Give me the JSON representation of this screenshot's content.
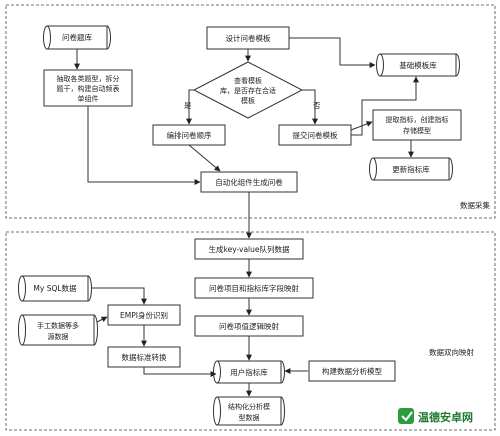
{
  "sections": {
    "top_label": "数据采集",
    "bottom_label": "数据双向映射"
  },
  "nodes": {
    "questionnaire_bank": "问卷题库",
    "extract_line1": "抽取各类题型，拆分",
    "extract_line2": "题干，构建自动频表",
    "extract_line3": "单组件",
    "design_template": "设计问卷模板",
    "decision_line1": "查看模板",
    "decision_line2": "库，是否存在合适",
    "decision_line3": "模板",
    "yes": "是",
    "no": "否",
    "arrange_order": "编排问卷顺序",
    "submit_template": "提交问卷模板",
    "base_template_lib": "基础模板库",
    "extract_indicator_line1": "提取指标，创建指标",
    "extract_indicator_line2": "存储模型",
    "update_indicator_lib": "更新指标库",
    "auto_generate": "自动化组件生成问卷",
    "kv_queue": "生成key-value队列数据",
    "mysql_data": "My SQL数据",
    "manual_data_line1": "手工数据等多",
    "manual_data_line2": "源数据",
    "empi": "EMPI身份识别",
    "data_standardize": "数据标准转换",
    "field_mapping": "问卷项目和指标库字段映射",
    "logic_mapping": "问卷项值逻辑映射",
    "user_indicator_lib": "用户指标库",
    "build_model": "构建数据分析模型",
    "structured_line1": "结构化分析模",
    "structured_line2": "型数据"
  },
  "watermark": "温德安卓网"
}
